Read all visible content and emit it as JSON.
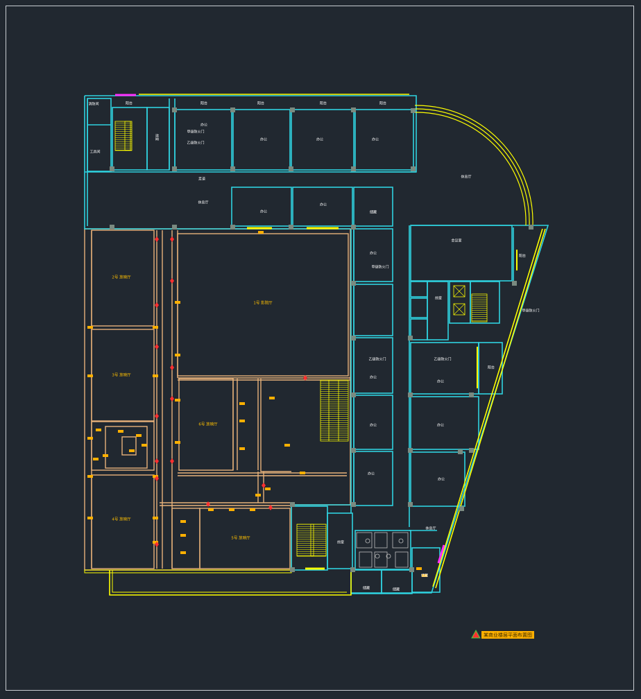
{
  "colors": {
    "background": "#212830",
    "wall_cyan": "#2fd3e0",
    "wall_tan": "#e8b27a",
    "yellow": "#ffff00",
    "orange": "#ffb000",
    "magenta": "#ff30ff",
    "red": "#ff3030",
    "green": "#40d040",
    "white": "#ffffff"
  },
  "rooms": {
    "fire_closet": "消防间",
    "tool_room": "工具间",
    "balcony_nw": "阳台",
    "balcony_2": "阳台",
    "balcony_3": "阳台",
    "balcony_4": "阳台",
    "balcony_5": "阳台",
    "front_room_n": "前室",
    "office_n1": "办公",
    "office_n2": "办公",
    "office_n3": "办公",
    "office_n4": "办公",
    "corridor_n": "走道",
    "lounge_nw": "休息厅",
    "lounge_ne": "休息厅",
    "office_m1": "办公",
    "office_m2": "办公",
    "storage_m": "储藏",
    "meeting_room": "会议室",
    "balcony_e1": "阳台",
    "office_c1": "办公",
    "front_room_e": "前室",
    "office_c2": "办公",
    "office_e2": "办公",
    "balcony_e2": "阳台",
    "office_c3": "办公",
    "office_e3": "办公",
    "office_c4": "办公",
    "office_e4": "办公",
    "lounge_se": "休息厅",
    "front_room_s": "前室",
    "storage_s1": "储藏",
    "storage_s2": "储藏",
    "storage_s3": "储藏",
    "hall_1": "1号 影院厅",
    "hall_2": "2号 放映厅",
    "hall_3": "3号 放映厅",
    "hall_4": "4号 放映厅",
    "hall_5": "5号 放映厅",
    "hall_6": "6号 放映厅"
  },
  "door_notes": {
    "n1": "甲级防火门",
    "n2": "乙级防火门",
    "c1": "甲级防火门",
    "e1": "甲级防火门",
    "c2": "乙级防火门",
    "e2": "乙级防火门"
  },
  "legend": {
    "text": "某商业楼层平面布置图"
  }
}
